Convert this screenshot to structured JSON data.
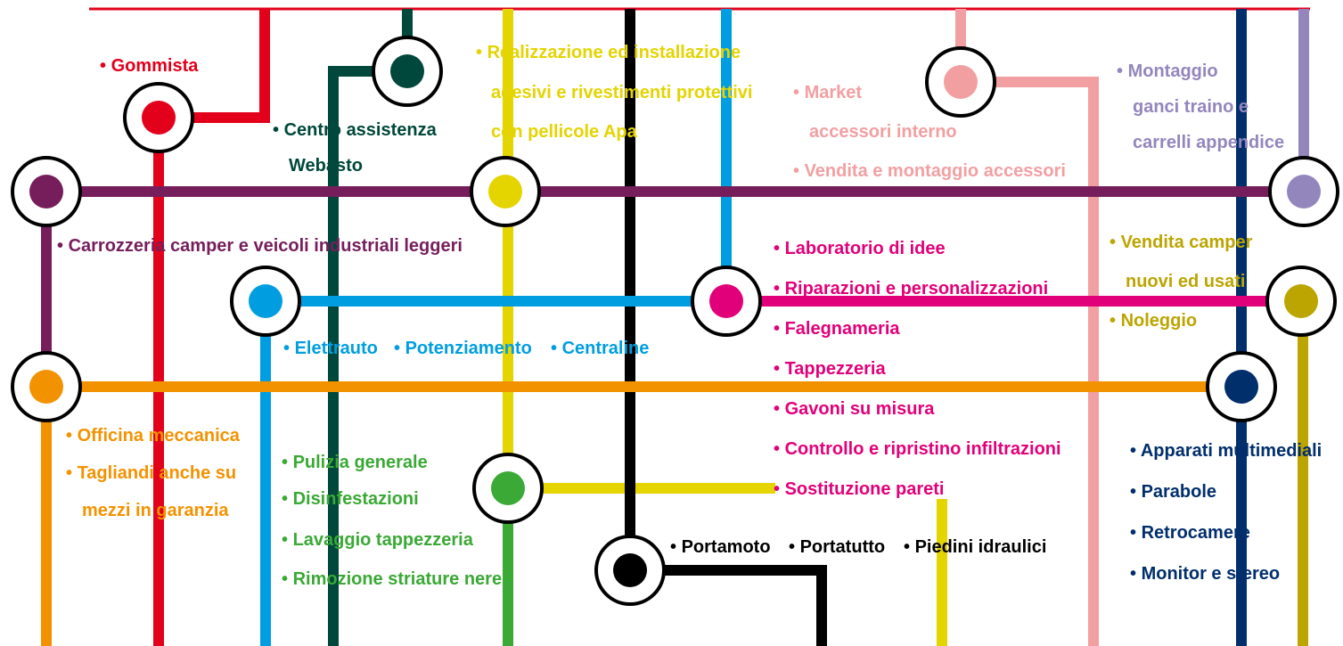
{
  "colors": {
    "red": "#E3001B",
    "darkgreen": "#00483B",
    "yellow": "#E4D400",
    "black": "#000000",
    "cyan": "#009EE0",
    "pink": "#F29FA2",
    "navy": "#002F6C",
    "lavender": "#9386BD",
    "purple": "#761E5C",
    "magenta": "#E2007A",
    "olive": "#BCA500",
    "orange": "#F39200",
    "green": "#3AA935"
  },
  "services": {
    "gommista": "Gommista",
    "centro_assistenza_1": "Centro assistenza",
    "centro_assistenza_2": "Webasto",
    "adesivi_1": "Realizzazione ed installazione",
    "adesivi_2": "adesivi e rivestimenti protettivi",
    "adesivi_3": "con pellicole Apa",
    "market_1": "Market",
    "market_2": "accessori interno",
    "vendita_accessori": "Vendita e montaggio accessori",
    "ganci_1": "Montaggio",
    "ganci_2": "ganci traino e",
    "ganci_3": "carrelli appendice",
    "carrozzeria": "Carrozzeria camper e veicoli industriali leggeri",
    "laboratorio": "Laboratorio di idee",
    "riparazioni": "Riparazioni e personalizzazioni",
    "falegnameria": "Falegnameria",
    "tappezzeria": "Tappezzeria",
    "gavoni": "Gavoni su misura",
    "infiltrazioni": "Controllo e ripristino infiltrazioni",
    "pareti": "Sostituzione pareti",
    "vendita_camper_1": "Vendita camper",
    "vendita_camper_2": "nuovi ed usati",
    "noleggio": "Noleggio",
    "elettrauto": "Elettrauto",
    "potenziamento": "Potenziamento",
    "centraline": "Centraline",
    "officina": "Officina meccanica",
    "tagliandi_1": "Tagliandi anche su",
    "tagliandi_2": "mezzi in garanzia",
    "pulizia": "Pulizia generale",
    "disinfestazioni": "Disinfestazioni",
    "lavaggio": "Lavaggio tappezzeria",
    "striature": "Rimozione striature nere",
    "portamoto": "Portamoto",
    "portatutto": "Portatutto",
    "piedini": "Piedini idraulici",
    "multimediali": "Apparati multimediali",
    "parabole": "Parabole",
    "retrocamere": "Retrocamere",
    "monitor": "Monitor e stereo"
  }
}
